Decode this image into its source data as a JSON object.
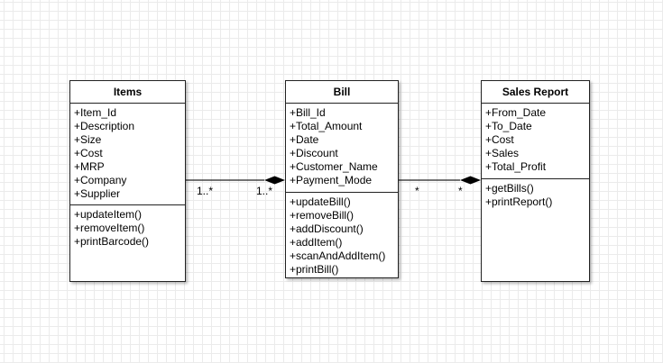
{
  "diagram": {
    "classes": {
      "items": {
        "name": "Items",
        "attributes": [
          "+Item_Id",
          "+Description",
          "+Size",
          "+Cost",
          "+MRP",
          "+Company",
          "+Supplier"
        ],
        "methods": [
          "+updateItem()",
          "+removeItem()",
          "+printBarcode()"
        ]
      },
      "bill": {
        "name": "Bill",
        "attributes": [
          "+Bill_Id",
          "+Total_Amount",
          "+Date",
          "+Discount",
          "+Customer_Name",
          "+Payment_Mode"
        ],
        "methods": [
          "+updateBill()",
          "+removeBill()",
          "+addDiscount()",
          "+addItem()",
          "+scanAndAddItem()",
          "+printBill()"
        ]
      },
      "sales_report": {
        "name": "Sales Report",
        "attributes": [
          "+From_Date",
          "+To_Date",
          "+Cost",
          "+Sales",
          "+Total_Profit"
        ],
        "methods": [
          "+getBills()",
          "+printReport()"
        ]
      }
    },
    "associations": {
      "items_bill": {
        "type": "composition",
        "source_multiplicity": "1..*",
        "target_multiplicity": "1..*"
      },
      "bill_sales_report": {
        "type": "composition",
        "source_multiplicity": "*",
        "target_multiplicity": "*"
      }
    }
  },
  "colors": {
    "line": "#222222",
    "grid": "#ebebeb",
    "box_fill": "#ffffff"
  }
}
